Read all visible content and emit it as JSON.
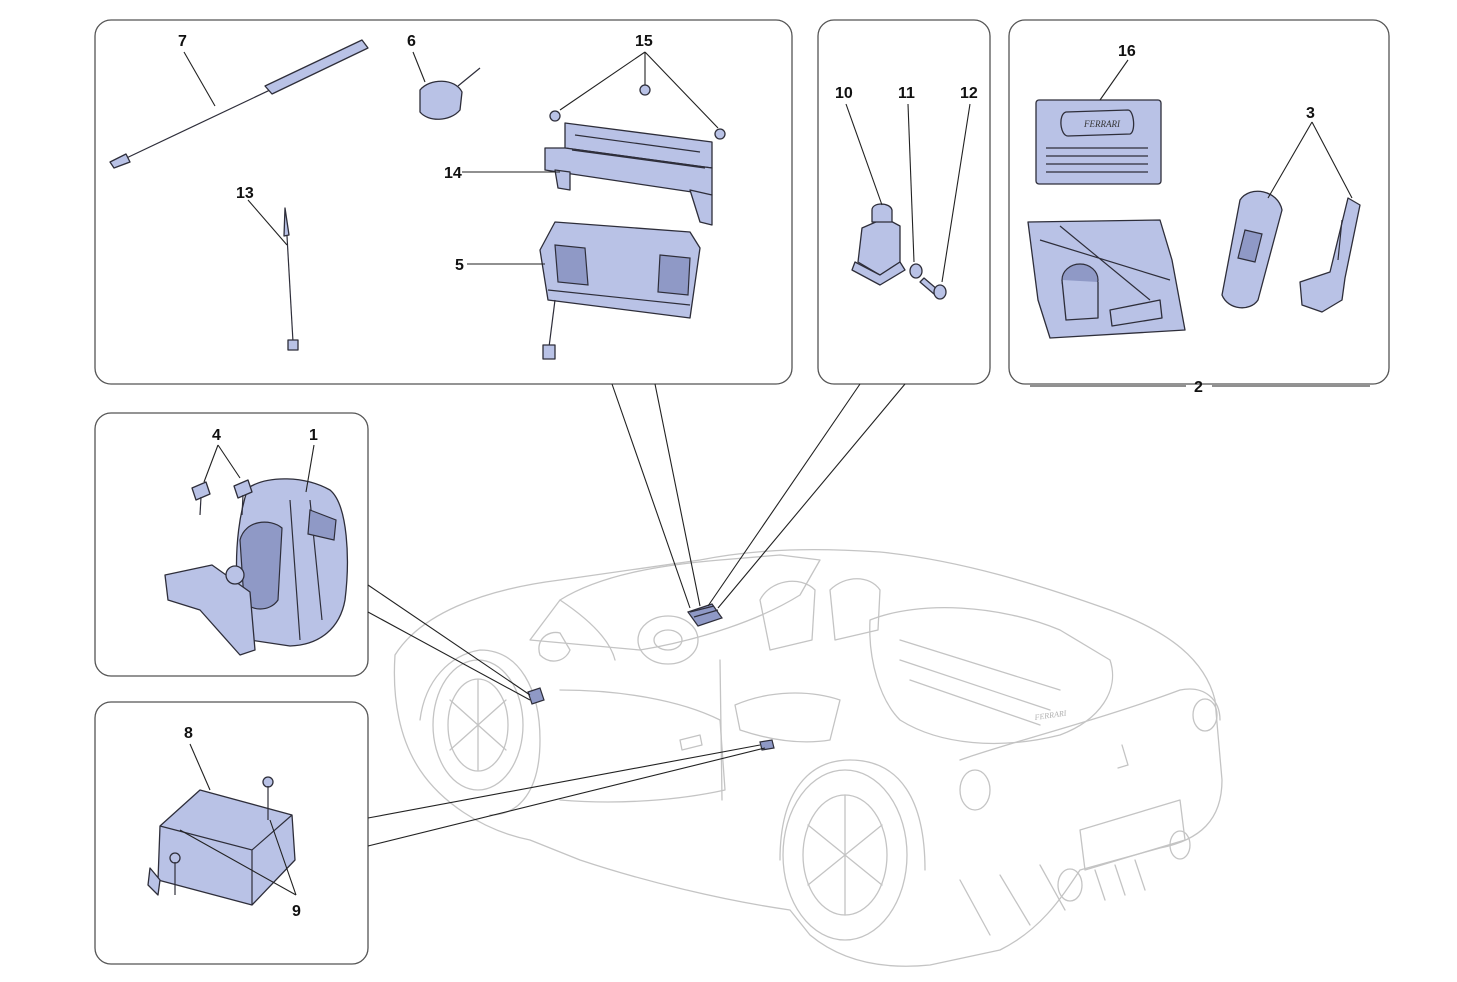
{
  "callouts": {
    "c1": "1",
    "c2": "2",
    "c3": "3",
    "c4": "4",
    "c5": "5",
    "c6": "6",
    "c7": "7",
    "c8": "8",
    "c9": "9",
    "c10": "10",
    "c11": "11",
    "c12": "12",
    "c13": "13",
    "c14": "14",
    "c15": "15",
    "c16": "16"
  },
  "logo_text": "FERRARI",
  "colors": {
    "part_fill": "#b9c2e6",
    "part_outline": "#2e2e3a",
    "car_outline": "#c4c4c4",
    "panel_border": "#555555"
  },
  "icons": {
    "car": "car-outline-icon",
    "key": "key-icon",
    "siren": "siren-icon",
    "module": "control-module-icon"
  }
}
